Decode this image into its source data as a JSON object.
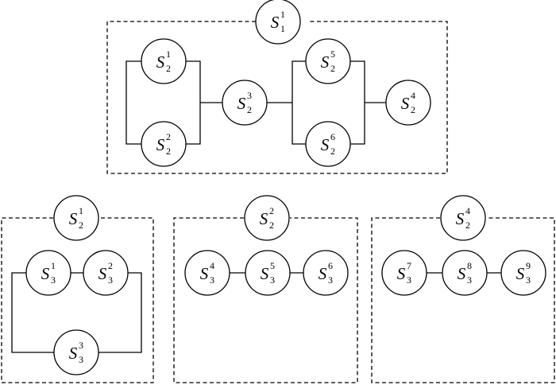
{
  "groups": [
    {
      "id": "S1-1",
      "header": {
        "base": "S",
        "sub": "1",
        "sup": "1"
      },
      "nodes": [
        {
          "id": "S2-1",
          "base": "S",
          "sub": "2",
          "sup": "1"
        },
        {
          "id": "S2-2",
          "base": "S",
          "sub": "2",
          "sup": "2"
        },
        {
          "id": "S2-3",
          "base": "S",
          "sub": "2",
          "sup": "3"
        },
        {
          "id": "S2-5",
          "base": "S",
          "sub": "2",
          "sup": "5"
        },
        {
          "id": "S2-6",
          "base": "S",
          "sub": "2",
          "sup": "6"
        },
        {
          "id": "S2-4",
          "base": "S",
          "sub": "2",
          "sup": "4"
        }
      ]
    },
    {
      "id": "S2-1-expansion",
      "header": {
        "base": "S",
        "sub": "2",
        "sup": "1"
      },
      "nodes": [
        {
          "id": "S3-1",
          "base": "S",
          "sub": "3",
          "sup": "1"
        },
        {
          "id": "S3-2",
          "base": "S",
          "sub": "3",
          "sup": "2"
        },
        {
          "id": "S3-3",
          "base": "S",
          "sub": "3",
          "sup": "3"
        }
      ]
    },
    {
      "id": "S2-2-expansion",
      "header": {
        "base": "S",
        "sub": "2",
        "sup": "2"
      },
      "nodes": [
        {
          "id": "S3-4",
          "base": "S",
          "sub": "3",
          "sup": "4"
        },
        {
          "id": "S3-5",
          "base": "S",
          "sub": "3",
          "sup": "5"
        },
        {
          "id": "S3-6",
          "base": "S",
          "sub": "3",
          "sup": "6"
        }
      ]
    },
    {
      "id": "S2-4-expansion",
      "header": {
        "base": "S",
        "sub": "2",
        "sup": "4"
      },
      "nodes": [
        {
          "id": "S3-7",
          "base": "S",
          "sub": "3",
          "sup": "7"
        },
        {
          "id": "S3-8",
          "base": "S",
          "sub": "3",
          "sup": "8"
        },
        {
          "id": "S3-9",
          "base": "S",
          "sub": "3",
          "sup": "9"
        }
      ]
    }
  ]
}
